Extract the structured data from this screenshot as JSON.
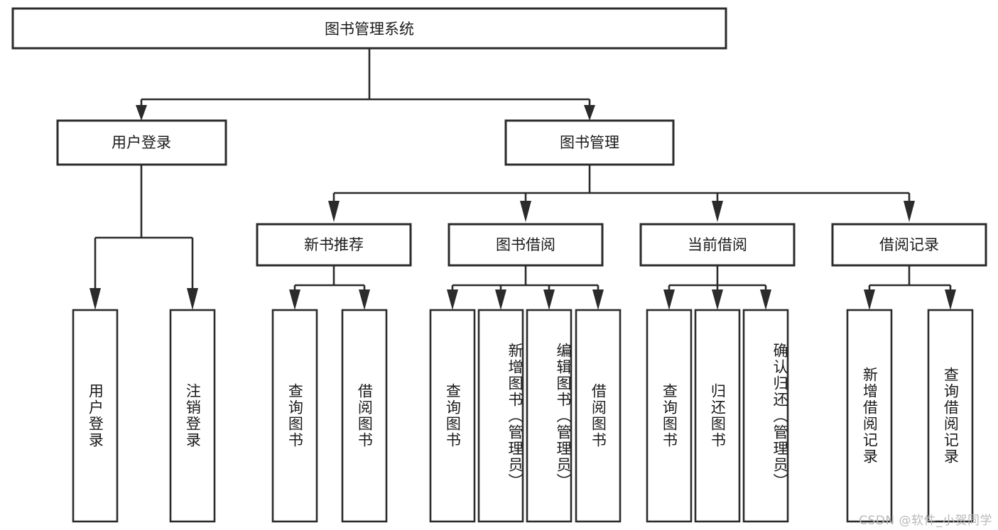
{
  "diagram": {
    "title": "图书管理系统",
    "type": "tree",
    "orientation": "top-down",
    "colors": {
      "background": "#ffffff",
      "box_fill": "#ffffff",
      "box_stroke": "#2b2b2b",
      "connector": "#2b2b2b",
      "text": "#1a1a1a",
      "watermark": "#b9b9b9"
    },
    "root": {
      "label": "图书管理系统"
    },
    "level2": [
      {
        "label": "用户登录"
      },
      {
        "label": "图书管理"
      }
    ],
    "level3": [
      {
        "label": "新书推荐"
      },
      {
        "label": "图书借阅"
      },
      {
        "label": "当前借阅"
      },
      {
        "label": "借阅记录"
      }
    ],
    "leaves_user_login": [
      {
        "label": "用户登录"
      },
      {
        "label": "注销登录"
      }
    ],
    "leaves_new_book": [
      {
        "label": "查询图书"
      },
      {
        "label": "借阅图书"
      }
    ],
    "leaves_borrow": [
      {
        "label": "查询图书"
      },
      {
        "label": "新增图书（管理员）"
      },
      {
        "label": "编辑图书（管理员）"
      },
      {
        "label": "借阅图书"
      }
    ],
    "leaves_current": [
      {
        "label": "查询图书"
      },
      {
        "label": "归还图书"
      },
      {
        "label": "确认归还（管理员）"
      }
    ],
    "leaves_records": [
      {
        "label": "新增借阅记录"
      },
      {
        "label": "查询借阅记录"
      }
    ],
    "watermark": "CSDN @软件_小贺同学"
  }
}
